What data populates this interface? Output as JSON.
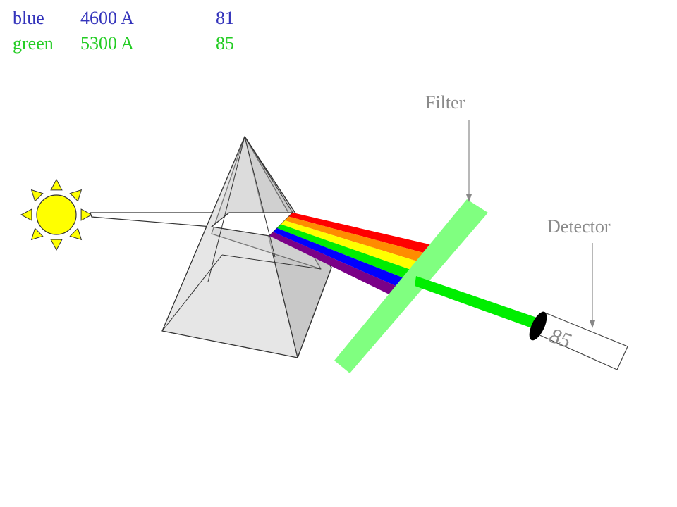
{
  "table": [
    {
      "color": "blue",
      "wavelength": "4600 A",
      "reading": "81",
      "text_color": "#3333bb"
    },
    {
      "color": "green",
      "wavelength": "5300 A",
      "reading": "85",
      "text_color": "#22cc22"
    }
  ],
  "labels": {
    "filter": "Filter",
    "detector": "Detector",
    "detector_reading": "85"
  },
  "colors": {
    "sun": "#ffff00",
    "filter": "#80ff80",
    "beam": "#00ee00",
    "spectrum": [
      "#ff0000",
      "#ff8c00",
      "#ffff00",
      "#00ee00",
      "#0000ff",
      "#7b0088"
    ]
  }
}
